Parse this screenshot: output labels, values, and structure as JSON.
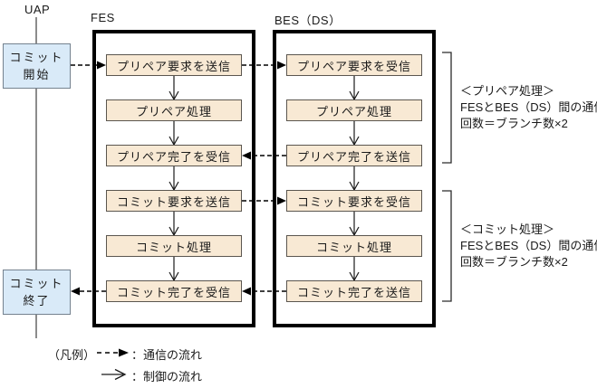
{
  "uap": {
    "label": "UAP"
  },
  "commit_start": {
    "line1": "コミット",
    "line2": "開始"
  },
  "commit_end": {
    "line1": "コミット",
    "line2": "終了"
  },
  "fes": {
    "label": "FES",
    "steps": [
      "プリペア要求を送信",
      "プリペア処理",
      "プリペア完了を受信",
      "コミット要求を送信",
      "コミット処理",
      "コミット完了を受信"
    ]
  },
  "bes": {
    "label": "BES（DS）",
    "steps": [
      "プリペア要求を受信",
      "プリペア処理",
      "プリペア完了を送信",
      "コミット要求を受信",
      "コミット処理",
      "コミット完了を送信"
    ]
  },
  "annotations": {
    "prepare": {
      "title": "＜プリペア処理＞",
      "line1": "FESとBES（DS）間の通信",
      "line2": "回数＝ブランチ数×2"
    },
    "commit": {
      "title": "＜コミット処理＞",
      "line1": "FESとBES（DS）間の通信",
      "line2": "回数＝ブランチ数×2"
    }
  },
  "legend": {
    "label": "（凡例）",
    "communication": "：通信の流れ",
    "control": "：制御の流れ"
  },
  "colors": {
    "process_box_fill": "#f8e9d4",
    "terminal_box_fill": "#d9eaf8",
    "frame_border": "#000000",
    "line_color": "#1a1a1a",
    "lifeline_color": "#8c8c8c"
  }
}
